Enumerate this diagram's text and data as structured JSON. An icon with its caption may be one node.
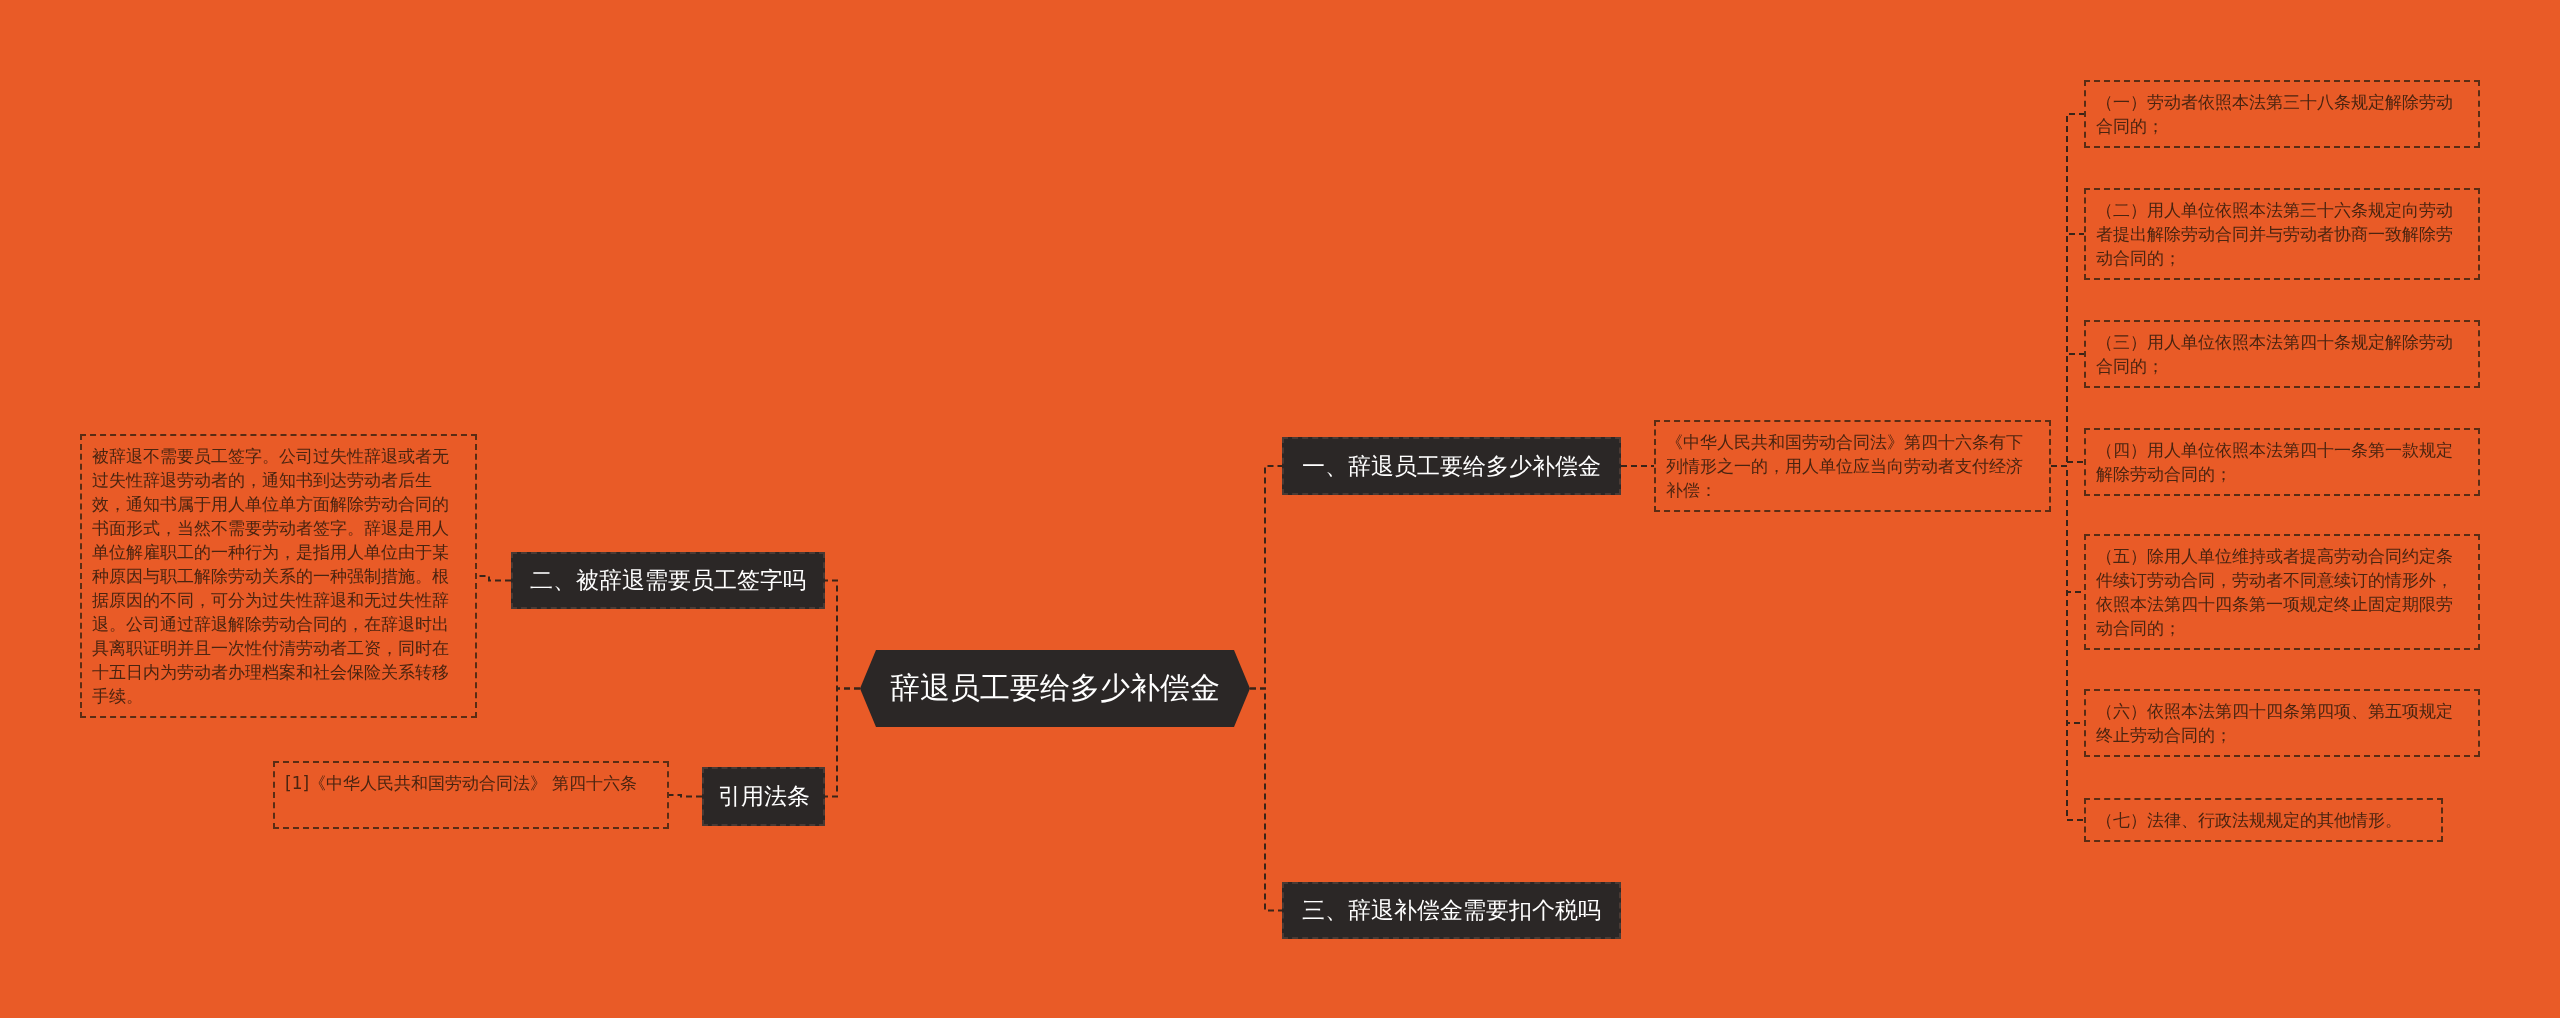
{
  "diagram": {
    "nodes": [
      {
        "text": [
          "辞退员工要给多少补偿金"
        ]
      },
      {
        "text": [
          "二、被辞退需要员工签字吗"
        ]
      },
      {
        "text": [
          "被辞退不需要员工签字。公司过失性辞退或者无过失性辞退劳动者的，通知书到达劳动者后生效，通知书属于用人单位单方面解除劳动合同的书面形式，当然不需要劳动者签字。辞退是用人单位解雇职工的一种行为，是指用人单位由于某种原因与职工解除劳动关系的一种强制措施。根据原因的不同，可分为过失性辞退和无过失性辞退。公司通过辞退解除劳动合同的，在辞退时出具离职证明并且一次性付清劳动者工资，同时在十五日内为劳动者办理档案和社会保险关系转移手续。"
        ]
      },
      {
        "text": [
          "引用法条"
        ]
      },
      {
        "text": [
          "[1]《中华人民共和国劳动合同法》 第四十六条"
        ]
      },
      {
        "text": [
          "一、辞退员工要给多少补偿金"
        ]
      },
      {
        "text": [
          "《中华人民共和国劳动合同法》第四十六条有下列情形之一的，用人单位应当向劳动者支付经济补偿："
        ]
      },
      {
        "text": [
          "（一）劳动者依照本法第三十八条规定解除劳动合同的；"
        ]
      },
      {
        "text": [
          "（二）用人单位依照本法第三十六条规定向劳动者提出解除劳动合同并与劳动者协商一致解除劳动合同的；"
        ]
      },
      {
        "text": [
          "（三）用人单位依照本法第四十条规定解除劳动合同的；"
        ]
      },
      {
        "text": [
          "（四）用人单位依照本法第四十一条第一款规定解除劳动合同的；"
        ]
      },
      {
        "text": [
          "（五）除用人单位维持或者提高劳动合同约定条件续订劳动合同，劳动者不同意续订的情形外，依照本法第四十四条第一项规定终止固定期限劳动合同的；"
        ]
      },
      {
        "text": [
          "（六）依照本法第四十四条第四项、第五项规定终止劳动合同的；"
        ]
      },
      {
        "text": [
          "（七）法律、行政法规规定的其他情形。"
        ]
      },
      {
        "text": [
          "三、辞退补偿金需要扣个税吗"
        ]
      }
    ],
    "edges": [
      {
        "from": 0,
        "to": 1,
        "arrow": "none"
      },
      {
        "from": 1,
        "to": 2,
        "arrow": "none"
      },
      {
        "from": 0,
        "to": 3,
        "arrow": "none"
      },
      {
        "from": 3,
        "to": 4,
        "arrow": "none"
      },
      {
        "from": 0,
        "to": 5,
        "arrow": "none"
      },
      {
        "from": 5,
        "to": 6,
        "arrow": "none"
      },
      {
        "from": 6,
        "to": 7,
        "arrow": "none"
      },
      {
        "from": 6,
        "to": 8,
        "arrow": "none"
      },
      {
        "from": 6,
        "to": 9,
        "arrow": "none"
      },
      {
        "from": 6,
        "to": 10,
        "arrow": "none"
      },
      {
        "from": 6,
        "to": 11,
        "arrow": "none"
      },
      {
        "from": 6,
        "to": 12,
        "arrow": "none"
      },
      {
        "from": 6,
        "to": 13,
        "arrow": "none"
      },
      {
        "from": 0,
        "to": 14,
        "arrow": "none"
      }
    ]
  }
}
